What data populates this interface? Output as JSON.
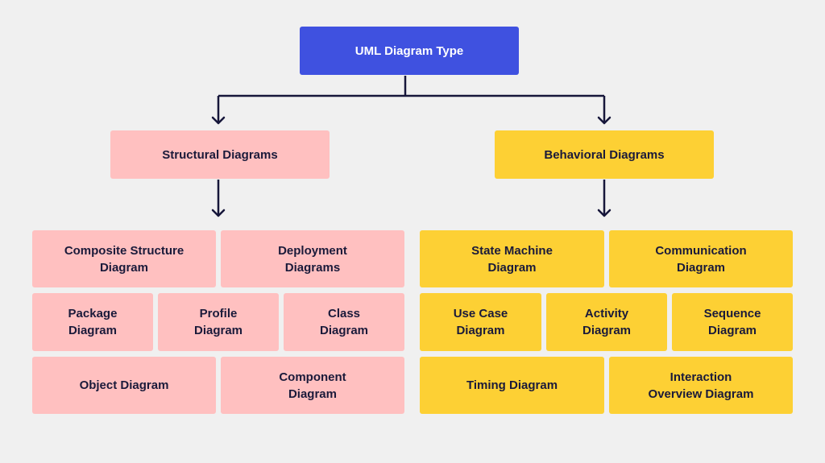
{
  "colors": {
    "background": "#f0f0f0",
    "root_fill": "#3f51e0",
    "structural_fill": "#ffc0c0",
    "behavioral_fill": "#fdd034",
    "connector": "#16163a"
  },
  "root": {
    "label": "UML Diagram Type"
  },
  "structural": {
    "label": "Structural Diagrams",
    "items": [
      "Composite Structure\nDiagram",
      "Deployment\nDiagrams",
      "Package\nDiagram",
      "Profile\nDiagram",
      "Class\nDiagram",
      "Object Diagram",
      "Component\nDiagram"
    ]
  },
  "behavioral": {
    "label": "Behavioral Diagrams",
    "items": [
      "State Machine\nDiagram",
      "Communication\nDiagram",
      "Use Case\nDiagram",
      "Activity\nDiagram",
      "Sequence\nDiagram",
      "Timing Diagram",
      "Interaction\nOverview Diagram"
    ]
  }
}
